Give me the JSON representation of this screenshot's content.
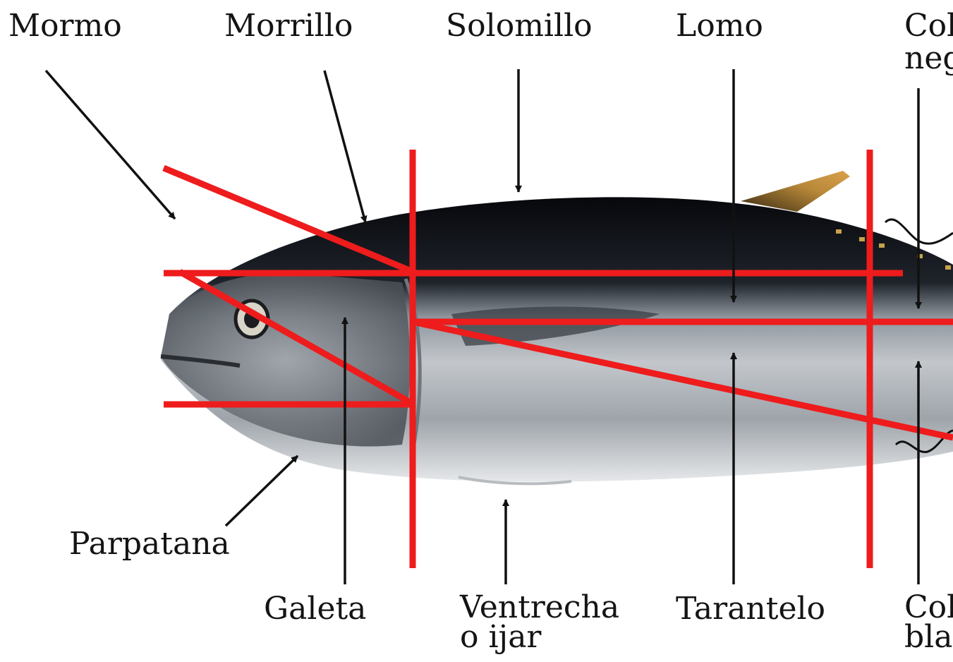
{
  "colors": {
    "cut_lines": "#ee1c1c",
    "arrows": "#111111",
    "label_text": "#141414",
    "fish_back": "#0c0d12",
    "fish_body": "#aeb3b8",
    "fish_belly": "#e2e4e7",
    "fin": "#b8893a"
  },
  "labels": {
    "mormo": "Mormo",
    "morrillo": "Morrillo",
    "solomillo": "Solomillo",
    "lomo": "Lomo",
    "cola_negra_line1": "Col",
    "cola_negra_line2": "neg",
    "parpatana": "Parpatana",
    "galeta": "Galeta",
    "ventrecha_line1": "Ventrecha",
    "ventrecha_line2": "o ijar",
    "tarantelo": "Tarantelo",
    "cola_blanca_line1": "Col",
    "cola_blanca_line2": "bla"
  }
}
